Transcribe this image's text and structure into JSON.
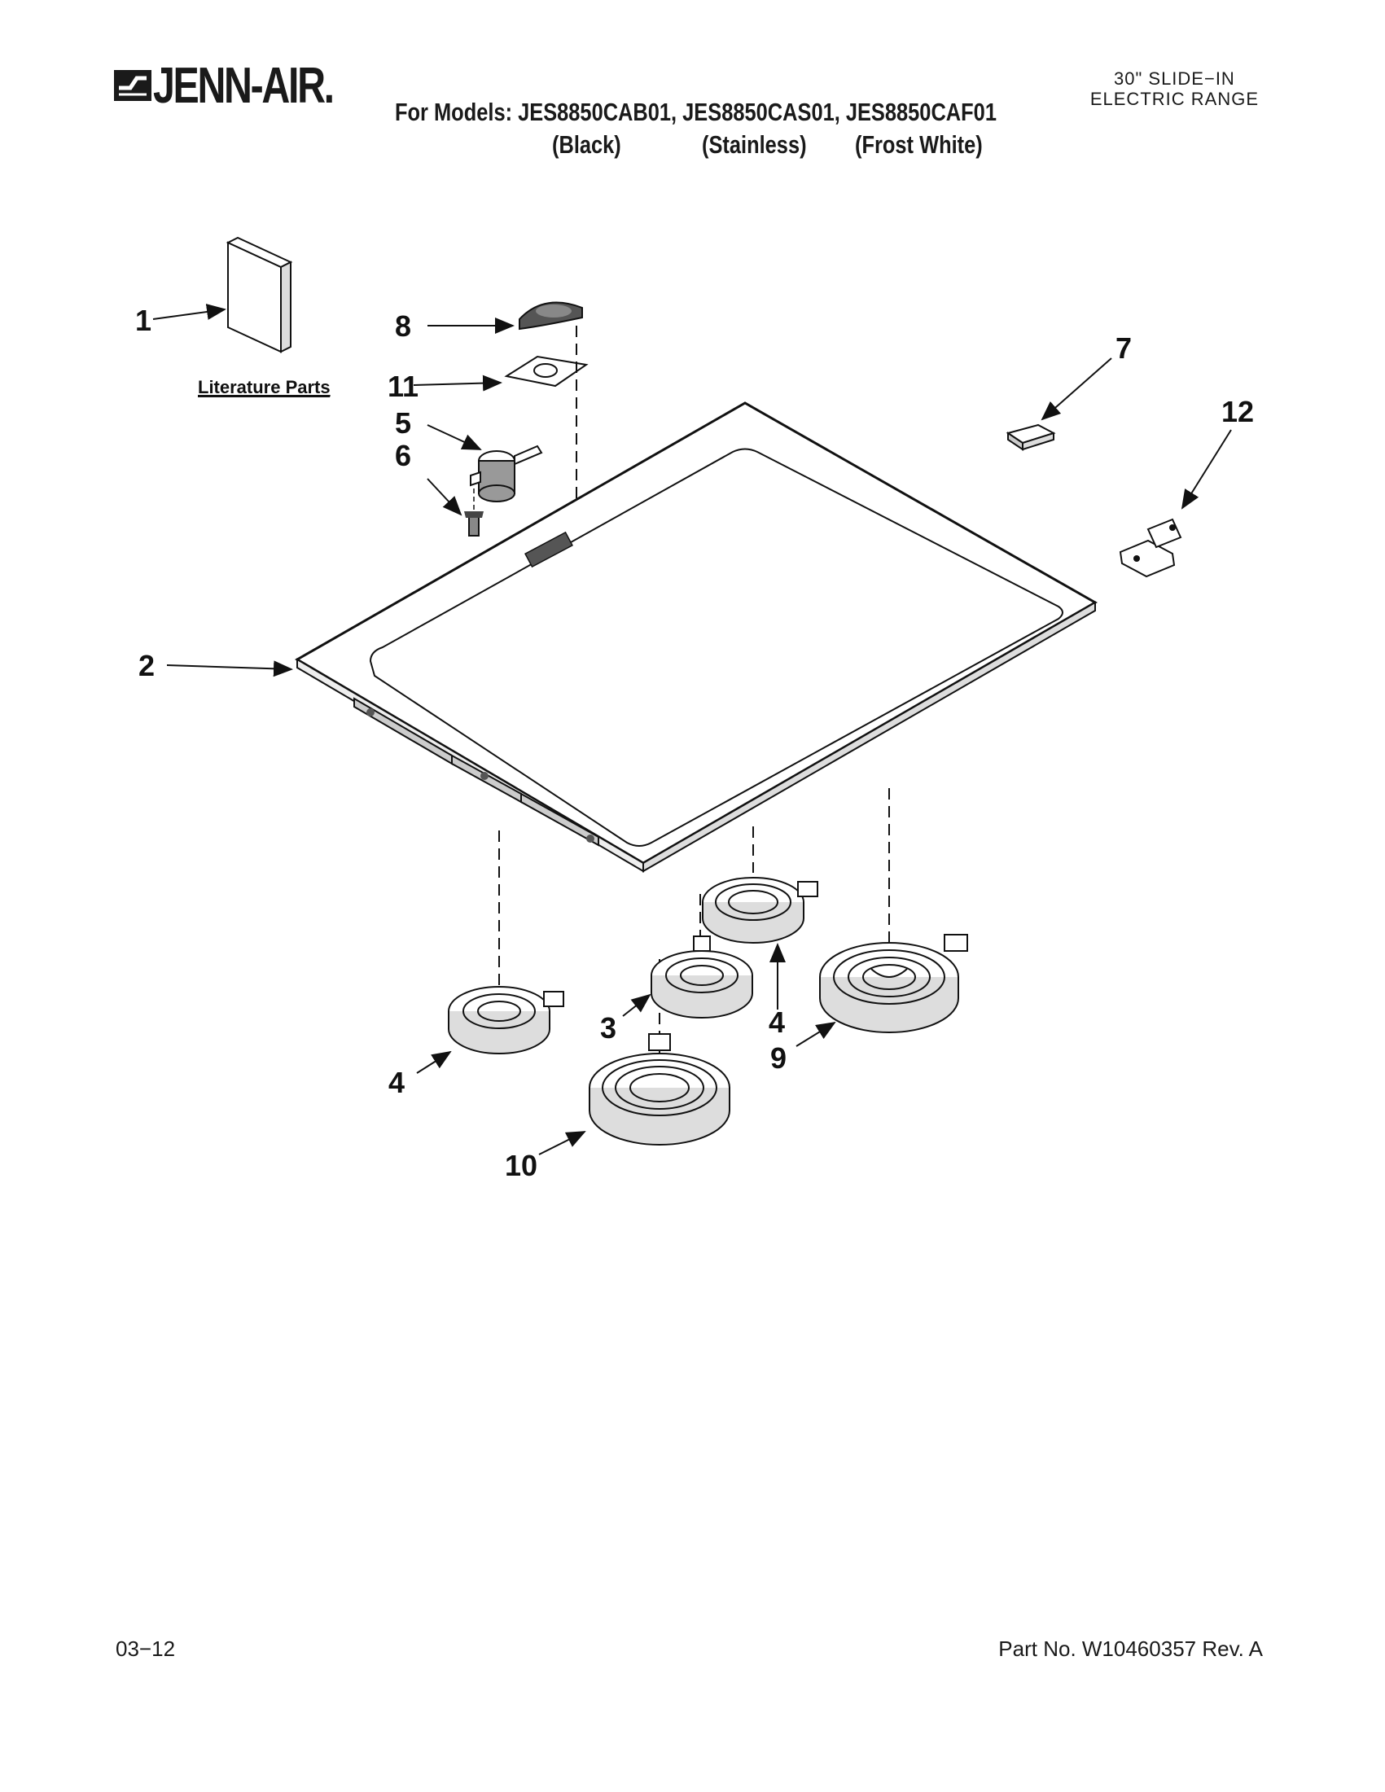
{
  "header": {
    "brand": "JENN-AIR.",
    "models_line": "For Models: JES8850CAB01, JES8850CAS01, JES8850CAF01",
    "finishes": [
      "(Black)",
      "(Stainless)",
      "(Frost White)"
    ],
    "product_line1": "30\" SLIDE−IN",
    "product_line2": "ELECTRIC RANGE"
  },
  "diagram": {
    "literature_label": "Literature Parts",
    "callouts": {
      "c1": "1",
      "c2": "2",
      "c3": "3",
      "c4a": "4",
      "c4b": "4",
      "c5": "5",
      "c6": "6",
      "c7": "7",
      "c8": "8",
      "c9": "9",
      "c10": "10",
      "c11": "11",
      "c12": "12"
    }
  },
  "footer": {
    "date": "03−12",
    "part_no": "Part No. W10460357 Rev. A"
  }
}
